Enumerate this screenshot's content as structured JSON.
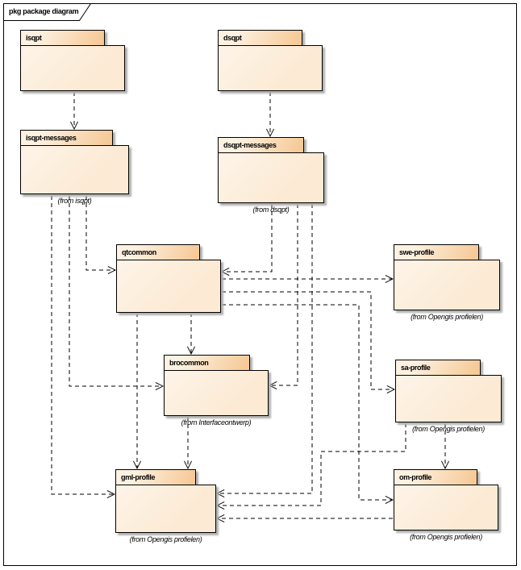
{
  "frame": {
    "title": "pkg package diagram"
  },
  "packages": [
    {
      "id": "isqpt",
      "name": "isqpt"
    },
    {
      "id": "dsqpt",
      "name": "dsqpt"
    },
    {
      "id": "isqpt-messages",
      "name": "isqpt-messages",
      "from": "(from isqpt)"
    },
    {
      "id": "dsqpt-messages",
      "name": "dsqpt-messages",
      "from": "(from dsqpt)"
    },
    {
      "id": "qtcommon",
      "name": "qtcommon"
    },
    {
      "id": "swe-profile",
      "name": "swe-profile",
      "from": "(from Opengis profielen)"
    },
    {
      "id": "brocommon",
      "name": "brocommon",
      "from": "(from Interfaceontwerp)"
    },
    {
      "id": "sa-profile",
      "name": "sa-profile",
      "from": "(from Opengis profielen)"
    },
    {
      "id": "gml-profile",
      "name": "gml-profile",
      "from": "(from Opengis profielen)"
    },
    {
      "id": "om-profile",
      "name": "om-profile",
      "from": "(from Opengis profielen)"
    }
  ],
  "dependencies": [
    {
      "from": "isqpt",
      "to": "isqpt-messages"
    },
    {
      "from": "dsqpt",
      "to": "dsqpt-messages"
    },
    {
      "from": "isqpt-messages",
      "to": "qtcommon"
    },
    {
      "from": "isqpt-messages",
      "to": "brocommon"
    },
    {
      "from": "isqpt-messages",
      "to": "gml-profile"
    },
    {
      "from": "dsqpt-messages",
      "to": "qtcommon"
    },
    {
      "from": "dsqpt-messages",
      "to": "brocommon"
    },
    {
      "from": "dsqpt-messages",
      "to": "gml-profile"
    },
    {
      "from": "qtcommon",
      "to": "swe-profile"
    },
    {
      "from": "qtcommon",
      "to": "sa-profile"
    },
    {
      "from": "qtcommon",
      "to": "om-profile"
    },
    {
      "from": "qtcommon",
      "to": "brocommon"
    },
    {
      "from": "qtcommon",
      "to": "gml-profile"
    },
    {
      "from": "brocommon",
      "to": "gml-profile"
    },
    {
      "from": "sa-profile",
      "to": "om-profile"
    },
    {
      "from": "sa-profile",
      "to": "gml-profile"
    },
    {
      "from": "om-profile",
      "to": "gml-profile"
    }
  ],
  "colors": {
    "package_body": "#fcead4",
    "package_body_light": "#fdf4e8",
    "package_tab_light": "#fdf2e2",
    "package_tab_dark": "#f6c997",
    "line": "#000000",
    "shadow": "#b0b0b0"
  }
}
